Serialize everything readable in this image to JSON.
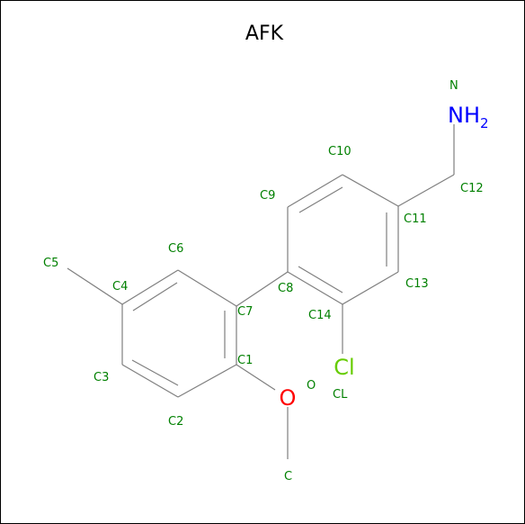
{
  "title": "AFK",
  "atom_labels": {
    "c1": "C1",
    "c2": "C2",
    "c3": "C3",
    "c4": "C4",
    "c5": "C5",
    "c6": "C6",
    "c7": "C7",
    "c8": "C8",
    "c9": "C9",
    "c10": "C10",
    "c11": "C11",
    "c12": "C12",
    "c13": "C13",
    "c14": "C14",
    "n": "N",
    "o": "O",
    "cl": "CL",
    "c": "C"
  },
  "elements": {
    "nh2_main": "NH",
    "nh2_sub": "2",
    "o": "O",
    "cl": "Cl"
  },
  "colors": {
    "label_green": "#008000",
    "nitrogen": "#0000ff",
    "oxygen": "#ff0000",
    "chlorine": "#66cc00",
    "bond": "#7f7f7f"
  }
}
